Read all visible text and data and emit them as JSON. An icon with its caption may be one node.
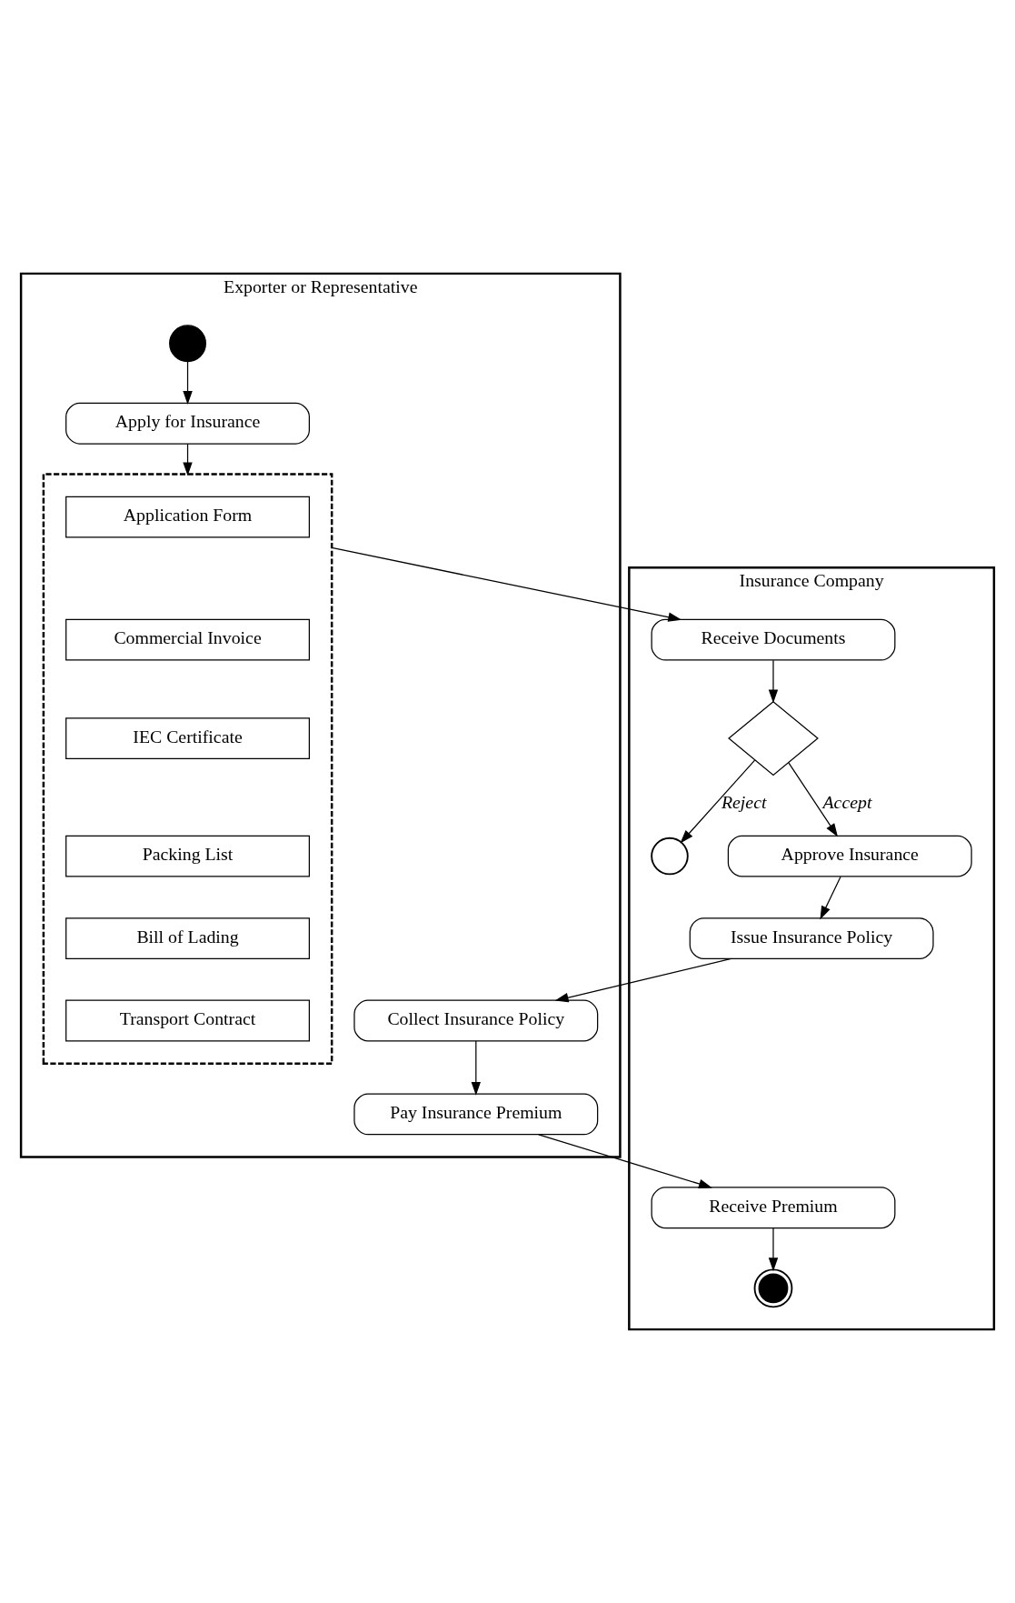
{
  "diagram": {
    "nodes": [
      {
        "text": [
          "Exporter or Representative"
        ]
      },
      {
        "text": [
          "Insurance Company"
        ]
      },
      {
        "text": [],
        "shape": "circle",
        "in": 0
      },
      {
        "text": [
          "Apply for Insurance"
        ],
        "in": 0
      },
      {
        "text": [],
        "shape": "box",
        "in": 0
      },
      {
        "text": [
          "Application Form"
        ],
        "in": 4
      },
      {
        "text": [
          "Commercial Invoice"
        ],
        "in": 4
      },
      {
        "text": [
          "IEC Certificate"
        ],
        "in": 4
      },
      {
        "text": [
          "Packing List"
        ],
        "in": 4
      },
      {
        "text": [
          "Bill of Lading"
        ],
        "in": 4
      },
      {
        "text": [
          "Transport Contract"
        ],
        "in": 4
      },
      {
        "text": [
          "Receive Documents"
        ],
        "in": 1
      },
      {
        "text": [],
        "shape": "diamond",
        "in": 1
      },
      {
        "text": [],
        "shape": "circle",
        "in": 1
      },
      {
        "text": [
          "Approve Insurance"
        ],
        "in": 1
      },
      {
        "text": [
          "Issue Insurance Policy"
        ],
        "in": 1
      },
      {
        "text": [
          "Collect Insurance Policy"
        ],
        "in": 0
      },
      {
        "text": [
          "Pay Insurance Premium"
        ],
        "in": 0
      },
      {
        "text": [
          "Receive Premium"
        ],
        "in": 1
      },
      {
        "text": [],
        "shape": "circle",
        "in": 1
      }
    ],
    "edges": [
      {
        "from": 2,
        "to": 3,
        "arrow": "to"
      },
      {
        "from": 3,
        "to": 4,
        "arrow": "to"
      },
      {
        "from": 4,
        "to": 11,
        "arrow": "to"
      },
      {
        "from": 11,
        "to": 12,
        "arrow": "to"
      },
      {
        "from": 12,
        "to": 13,
        "arrow": "to",
        "label": "Reject"
      },
      {
        "from": 12,
        "to": 14,
        "arrow": "to",
        "label": "Accept"
      },
      {
        "from": 14,
        "to": 15,
        "arrow": "to"
      },
      {
        "from": 15,
        "to": 16,
        "arrow": "to"
      },
      {
        "from": 16,
        "to": 17,
        "arrow": "to"
      },
      {
        "from": 17,
        "to": 18,
        "arrow": "to"
      },
      {
        "from": 18,
        "to": 19,
        "arrow": "to"
      }
    ]
  }
}
